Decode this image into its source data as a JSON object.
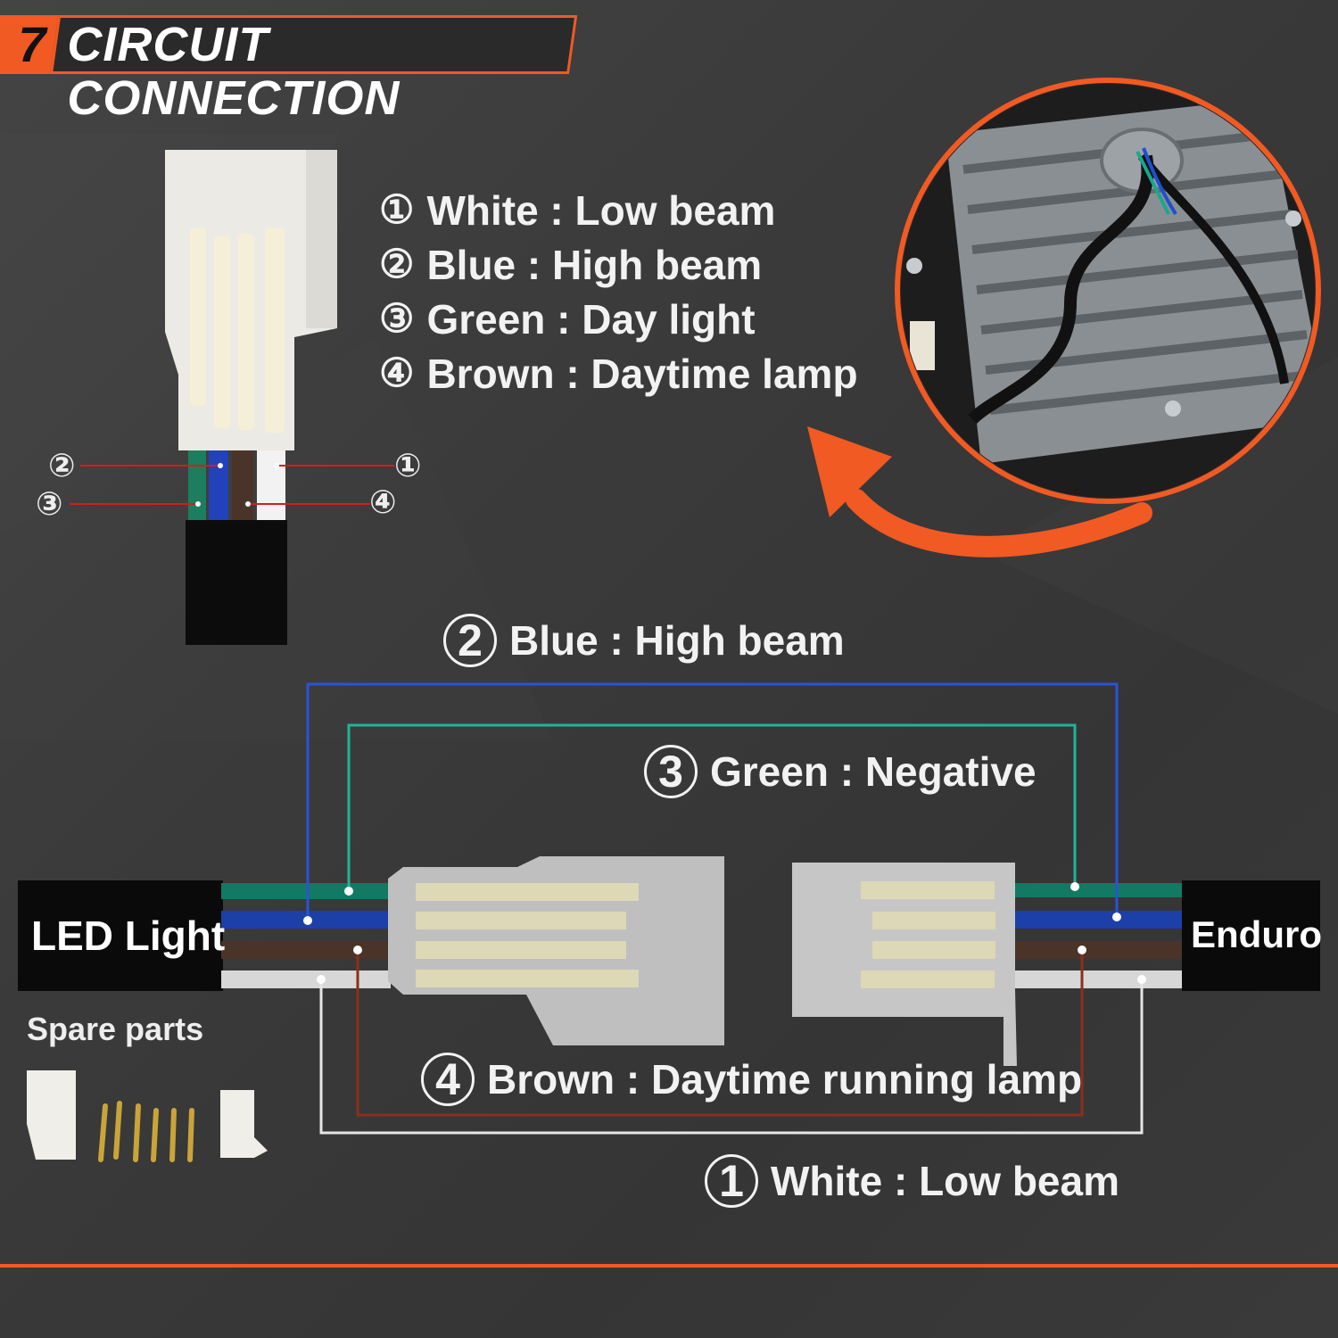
{
  "title": {
    "number": "7",
    "text": "CIRCUIT CONNECTION"
  },
  "legend": [
    {
      "mark": "①",
      "text": "White : Low beam"
    },
    {
      "mark": "②",
      "text": "Blue : High beam"
    },
    {
      "mark": "③",
      "text": "Green : Day light"
    },
    {
      "mark": "④",
      "text": "Brown : Daytime lamp"
    }
  ],
  "plug_callouts": {
    "c1": "①",
    "c2": "②",
    "c3": "③",
    "c4": "④"
  },
  "wiring": {
    "blue": {
      "num": "2",
      "text": "Blue : High beam"
    },
    "green": {
      "num": "3",
      "text": "Green : Negative"
    },
    "brown": {
      "num": "4",
      "text": "Brown : Daytime running lamp"
    },
    "white": {
      "num": "1",
      "text": "White : Low beam"
    }
  },
  "left_end": "LED Light",
  "right_end": "Enduro",
  "spare_parts": "Spare parts",
  "colors": {
    "accent": "#f15a22",
    "blue": "#1f4fd1",
    "green": "#1aa88a",
    "brown": "#8b2f1e",
    "white": "#e6e6e6"
  }
}
